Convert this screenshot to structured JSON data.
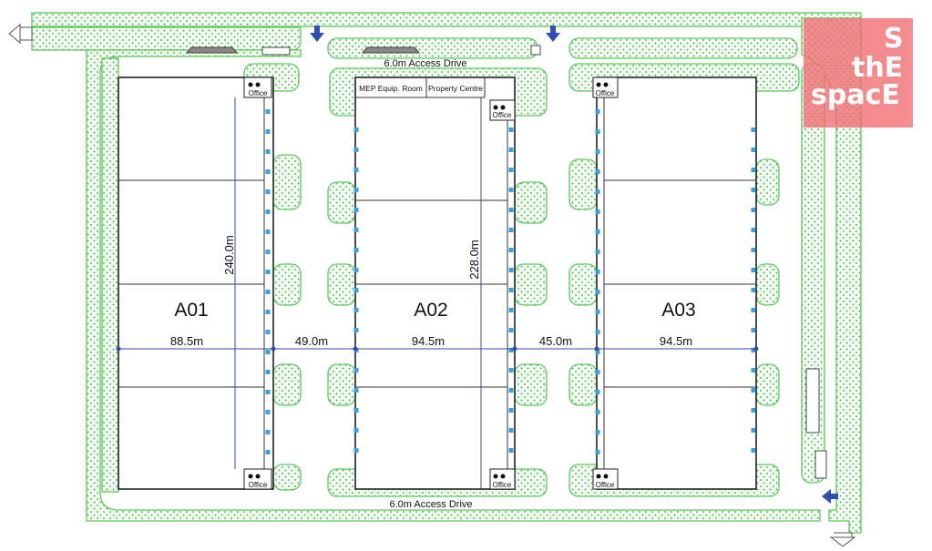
{
  "site_plan": {
    "buildings": [
      {
        "id": "A01",
        "width": "88.5m",
        "length": "240.0m"
      },
      {
        "id": "A02",
        "width": "94.5m",
        "length": "228.0m"
      },
      {
        "id": "A03",
        "width": "94.5m"
      }
    ],
    "gaps": [
      "49.0m",
      "45.0m"
    ],
    "access_drive_top": "6.0m  Access Drive",
    "access_drive_bottom": "6.0m  Access Drive",
    "office_label": "Office",
    "rooms": {
      "mep": "MEP Equip. Room",
      "property": "Property Centre"
    },
    "colors": {
      "landscape": "#5cc95c",
      "dimension": "#3a4aa0",
      "arrow": "#2f4fb0",
      "logo": "#f06e73"
    }
  },
  "logo": {
    "line1": "S",
    "line2": "thE",
    "line3": "spacE"
  }
}
